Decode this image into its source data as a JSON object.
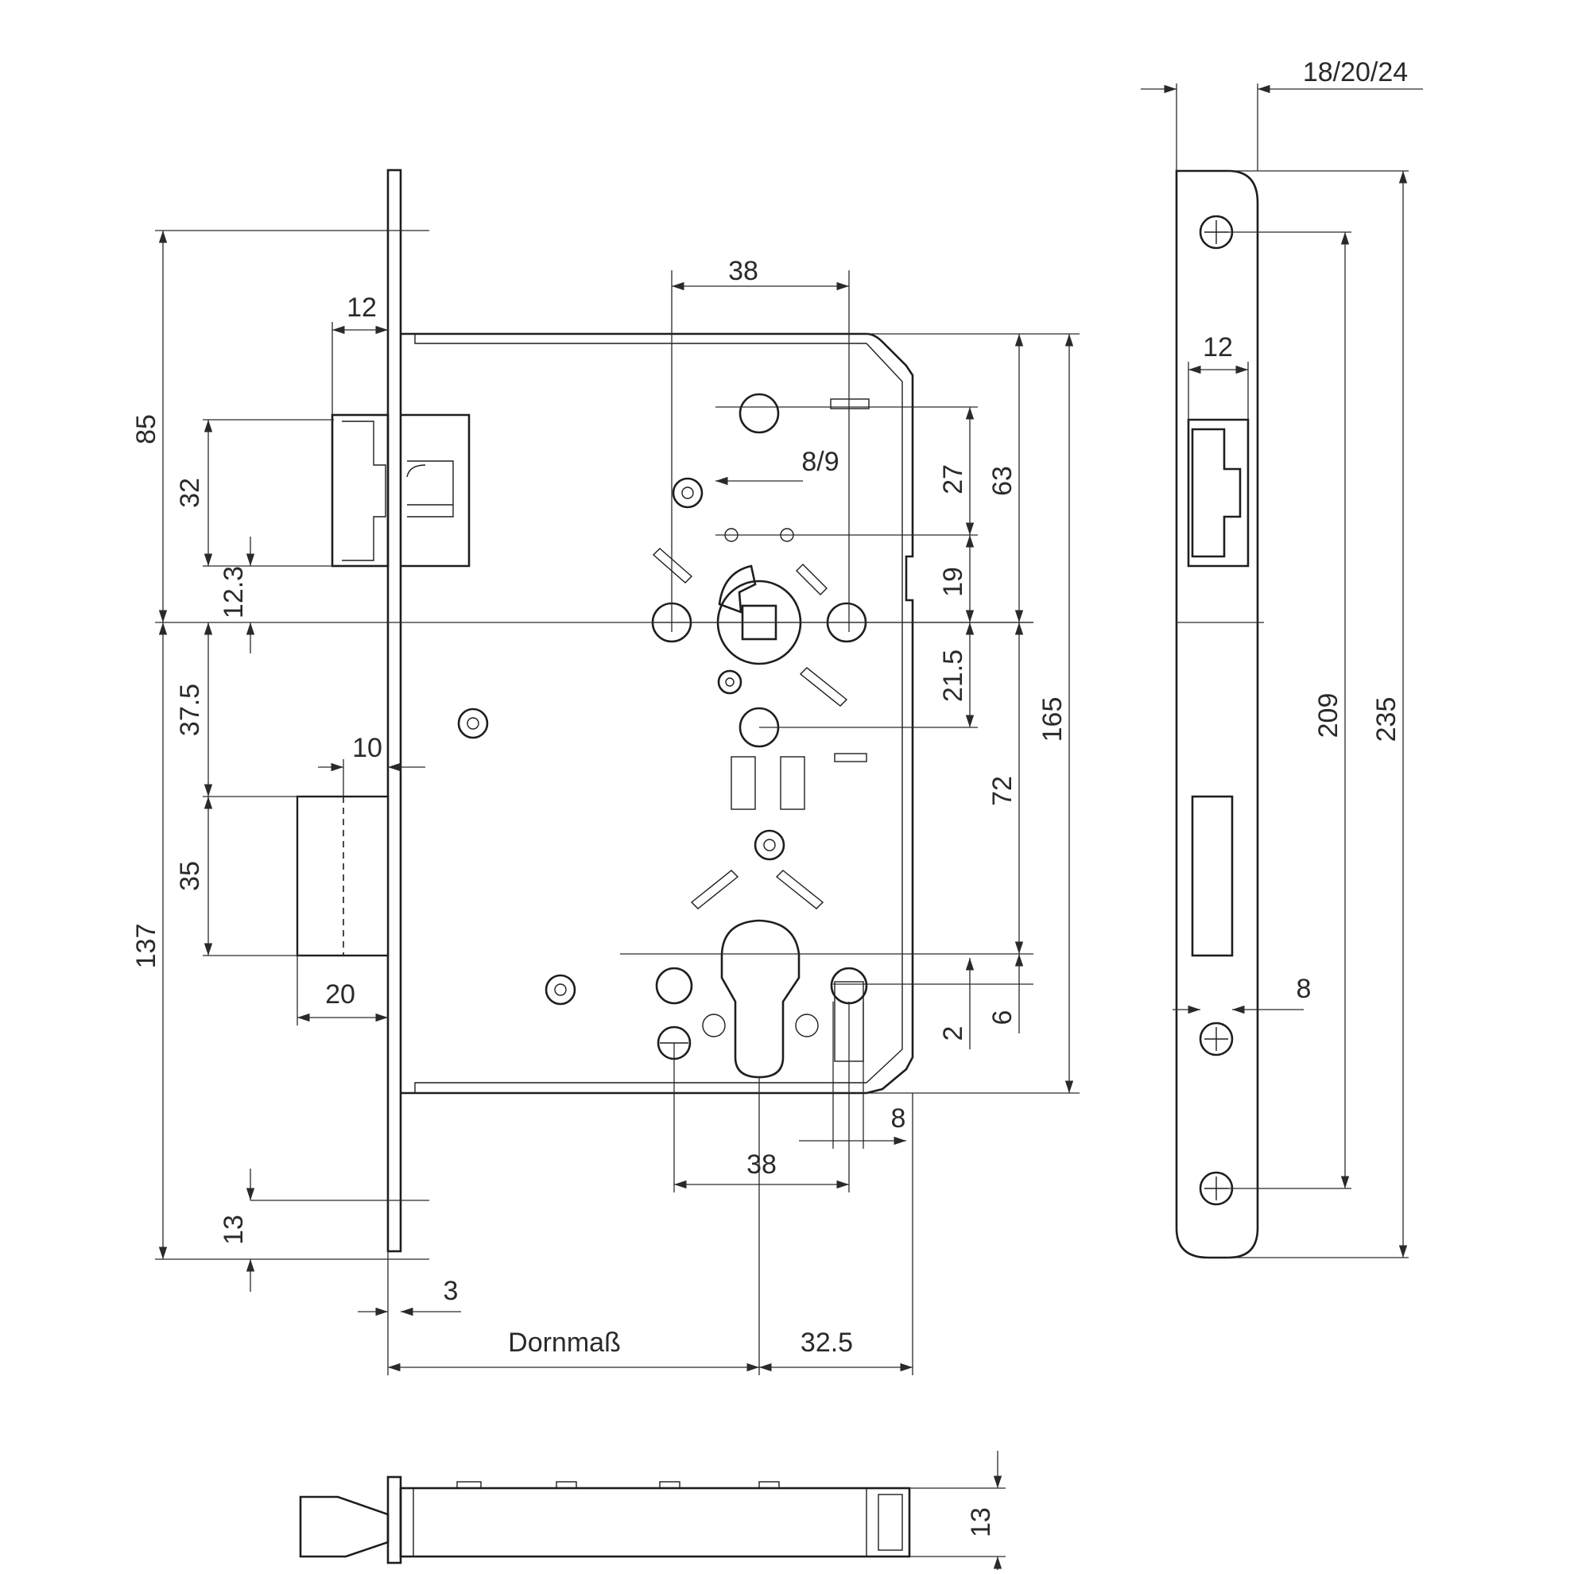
{
  "labels": {
    "dorn": "Dornmaß",
    "backset_body": "32.5",
    "faceplate_thickness": "3",
    "latch_height": "85",
    "latch_width_small": "12",
    "latch_span": "32",
    "latch_offset": "12.3",
    "to_bolt": "37.5",
    "bolt_height": "35",
    "bolt_depth": "10",
    "bolt_throw": "20",
    "lower_total": "137",
    "bottom_offset": "13",
    "follower_spacing_top": "38",
    "follower_size": "8/9",
    "dim_27": "27",
    "dim_63": "63",
    "dim_19": "19",
    "dim_21_5": "21.5",
    "dim_72": "72",
    "dim_165": "165",
    "dim_2": "2",
    "dim_6": "6",
    "dim_8_cyl": "8",
    "cylinder_spacing": "38",
    "strike_width": "18/20/24",
    "strike_latch_width": "12",
    "strike_hole_spacing": "209",
    "strike_total": "235",
    "strike_screw": "8",
    "lock_thickness": "13"
  }
}
